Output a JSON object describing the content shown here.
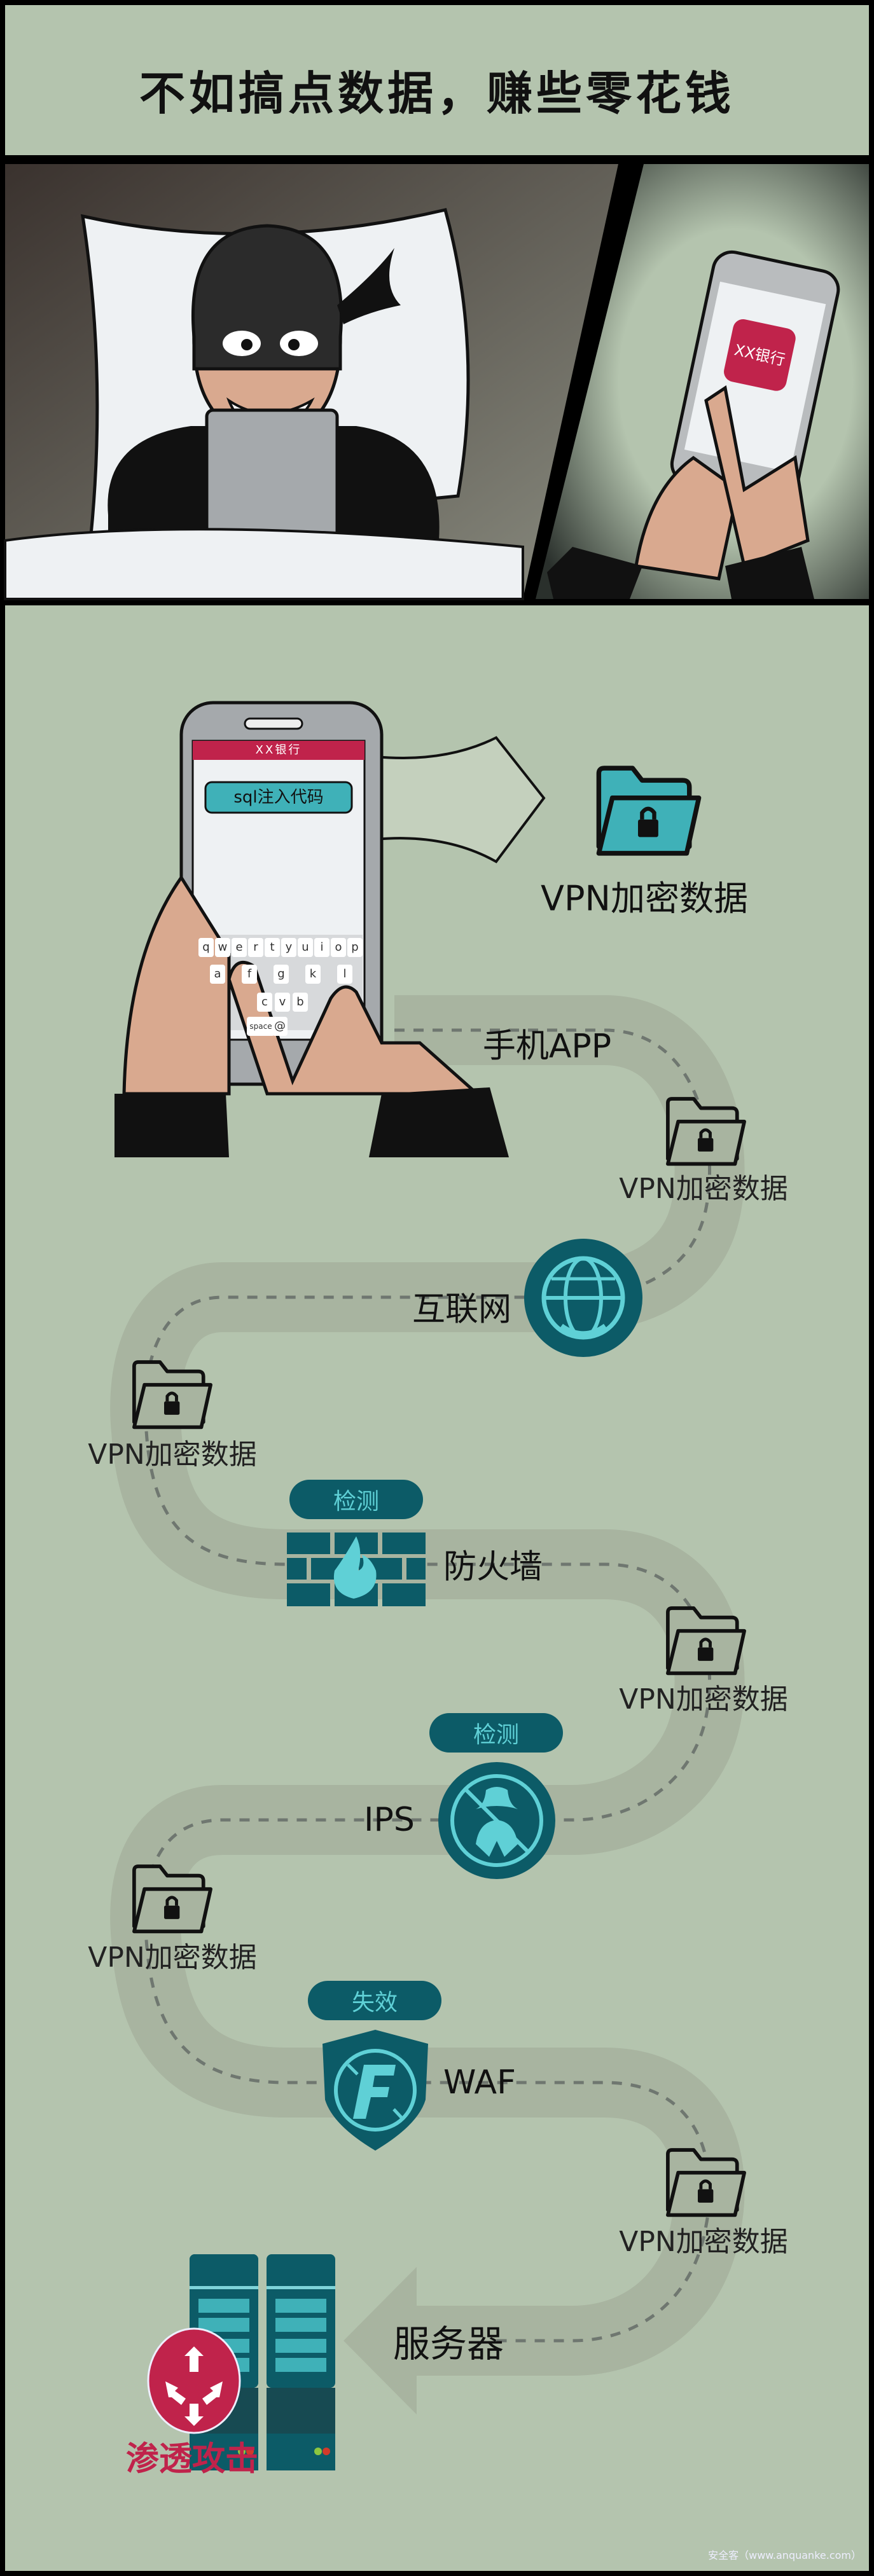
{
  "title": "不如搞点数据，赚些零花钱",
  "comic": {
    "app_icon_label": "XX银行"
  },
  "phone": {
    "header": "XX银行",
    "input_button": "sql注入代码",
    "keyboard": {
      "row1": [
        "q",
        "w",
        "e",
        "r",
        "t",
        "y",
        "u",
        "i",
        "o",
        "p"
      ],
      "row2": [
        "a",
        "f",
        "g",
        "k",
        "l"
      ],
      "row3": [
        "c",
        "v",
        "b"
      ],
      "row4": [
        "space",
        "@"
      ]
    }
  },
  "flow": {
    "vpn_label": "VPN加密数据",
    "nodes": [
      {
        "name": "手机APP"
      },
      {
        "name": "互联网"
      },
      {
        "name": "防火墙",
        "status": "检测"
      },
      {
        "name": "IPS",
        "status": "检测"
      },
      {
        "name": "WAF",
        "status": "失效"
      },
      {
        "name": "服务器"
      }
    ],
    "result": "渗透攻击"
  },
  "watermark": "安全客（www.anquanke.com）",
  "colors": {
    "background": "#b4c4ae",
    "road": "#a8b4a0",
    "teal_dark": "#0c5b67",
    "teal_light": "#5fd0d6",
    "folder_teal": "#3fb1b8",
    "accent_red": "#c0234b"
  }
}
